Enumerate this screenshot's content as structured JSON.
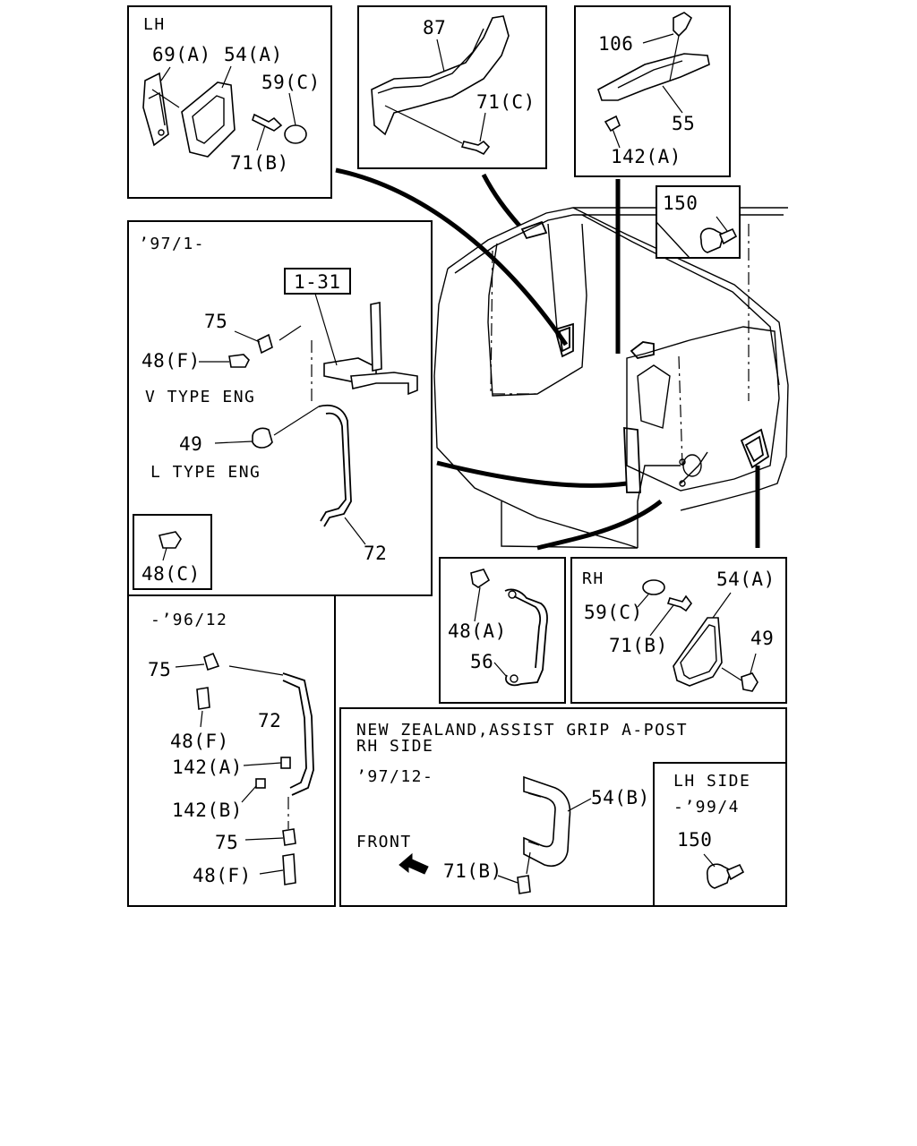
{
  "panels": {
    "lh_top": {
      "header": "LH",
      "labels": {
        "p69a": "69(A)",
        "p54a": "54(A)",
        "p59c": "59(C)",
        "p71b": "71(B)"
      }
    },
    "grip87": {
      "labels": {
        "p87": "87",
        "p71c": "71(C)"
      }
    },
    "grip55": {
      "labels": {
        "p106": "106",
        "p55": "55",
        "p142a": "142(A)"
      }
    },
    "clip150": {
      "labels": {
        "p150": "150"
      }
    },
    "ref_97_1": {
      "header": "’97/1-",
      "ref_box": "1-31",
      "labels": {
        "p75": "75",
        "p48f": "48(F)",
        "v_type": "V TYPE ENG",
        "p49": "49",
        "l_type": "L TYPE ENG",
        "p72": "72",
        "p48c": "48(C)"
      }
    },
    "ref_96_12": {
      "header": "-’96/12",
      "labels": {
        "p75a": "75",
        "p48fa": "48(F)",
        "p72": "72",
        "p142a": "142(A)",
        "p142b": "142(B)",
        "p75b": "75",
        "p48fb": "48(F)"
      }
    },
    "strap56": {
      "labels": {
        "p48a": "48(A)",
        "p56": "56"
      }
    },
    "rh": {
      "header": "RH",
      "labels": {
        "p54a": "54(A)",
        "p59c": "59(C)",
        "p71b": "71(B)",
        "p49": "49"
      }
    },
    "new_zealand": {
      "title_line1": "NEW ZEALAND,ASSIST GRIP A-POST",
      "title_line2": "RH SIDE",
      "date": "’97/12-",
      "front": "FRONT",
      "labels": {
        "p54b": "54(B)",
        "p71b": "71(B)"
      }
    },
    "lh_side": {
      "header": "LH SIDE",
      "date": "-’99/4",
      "labels": {
        "p150": "150"
      }
    }
  },
  "icons": [
    "front-arrow-icon"
  ]
}
